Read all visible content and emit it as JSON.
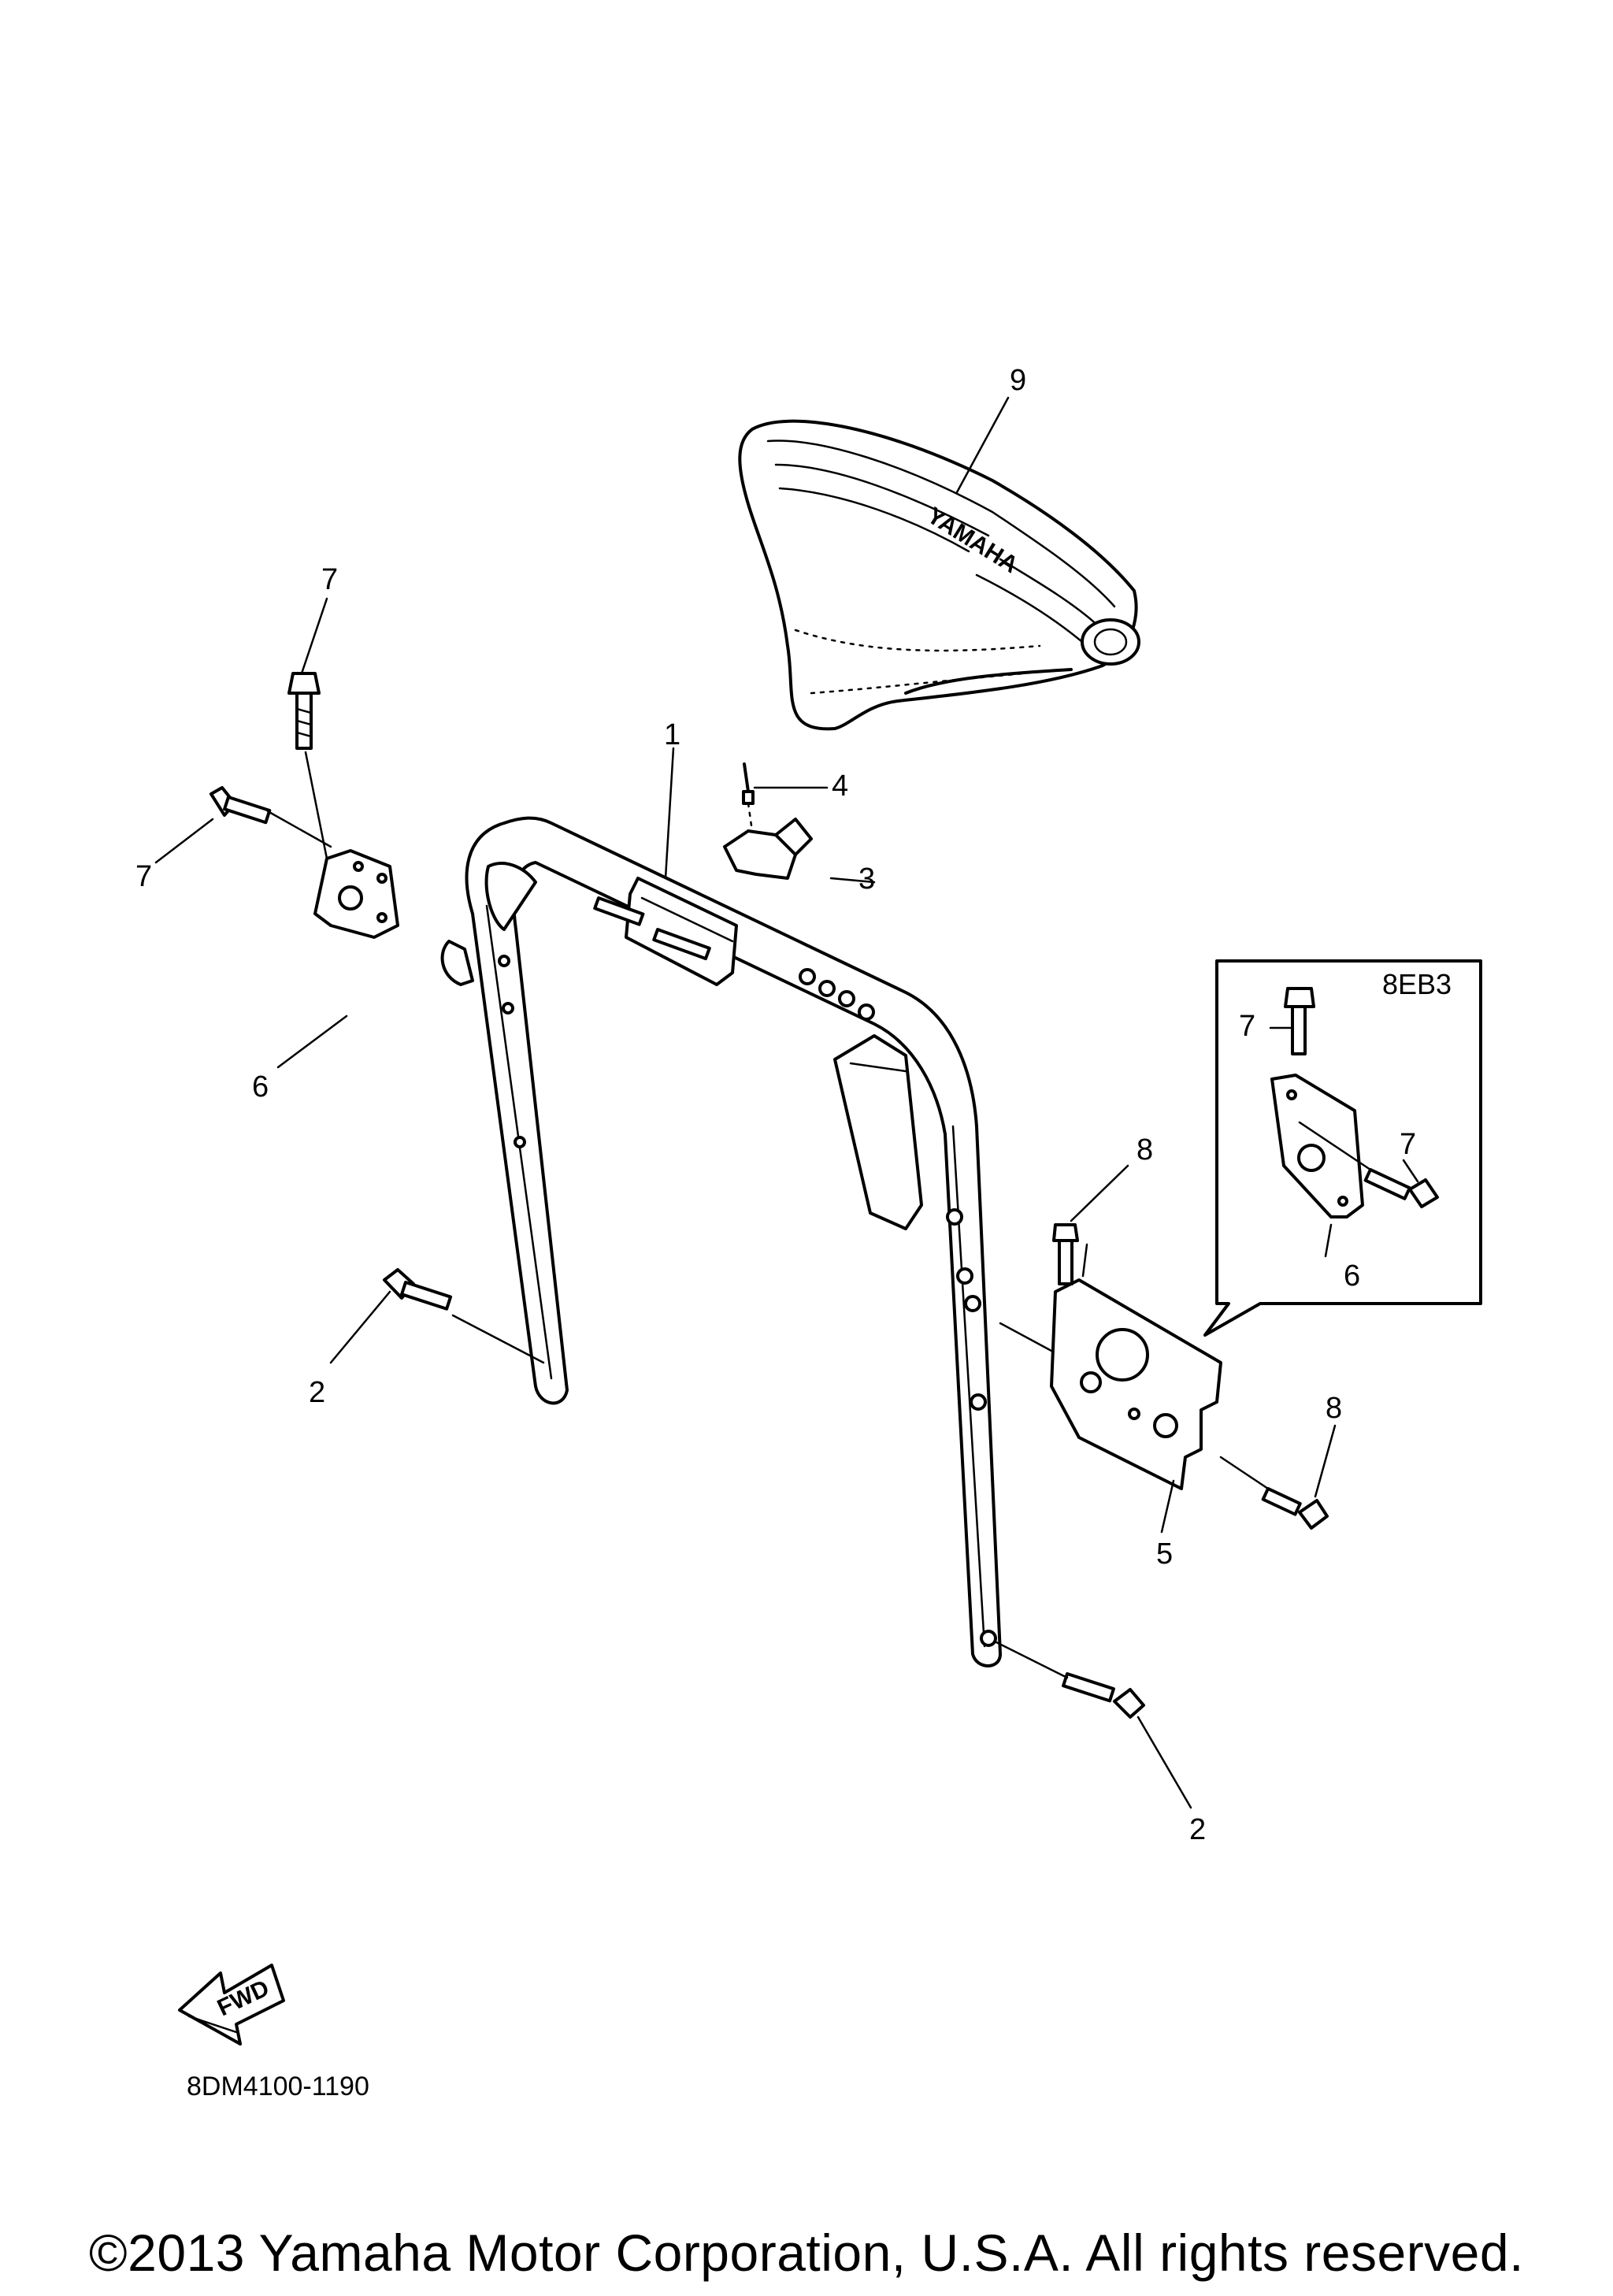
{
  "diagram": {
    "callouts": {
      "c1": "1",
      "c2a": "2",
      "c2b": "2",
      "c3": "3",
      "c4": "4",
      "c5": "5",
      "c6a": "6",
      "c6b": "6",
      "c7a": "7",
      "c7b": "7",
      "c7c": "7",
      "c7d": "7",
      "c8a": "8",
      "c8b": "8",
      "c9": "9"
    },
    "inset_label": "8EB3",
    "seat_logo": "YAMAHA",
    "fwd_label": "FWD",
    "part_code": "8DM4100-1190"
  },
  "footer": {
    "copyright": "©2013 Yamaha Motor Corporation, U.S.A. All rights reserved."
  }
}
